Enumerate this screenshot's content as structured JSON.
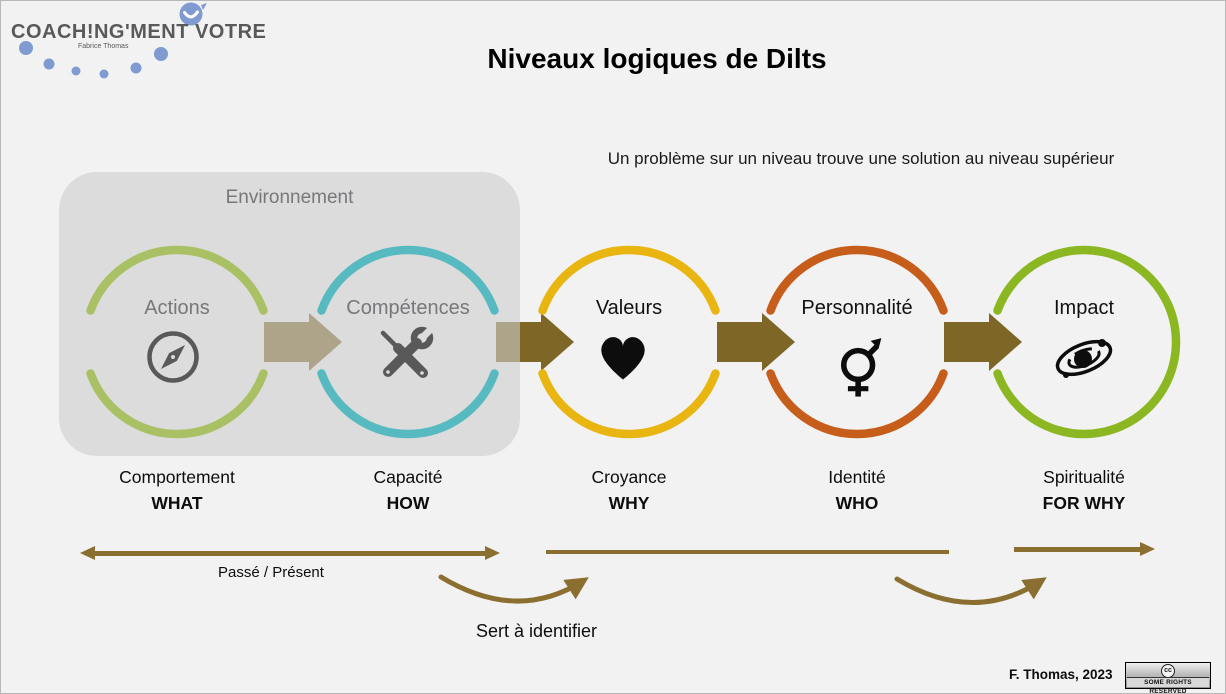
{
  "logo": {
    "brand": "COACH!NG'MENT VOTRE",
    "sub": "Fabrice Thomas"
  },
  "title": "Niveaux logiques de Dilts",
  "subtitle": "Un problème sur un niveau trouve une solution au niveau supérieur",
  "environment": {
    "label": "Environnement"
  },
  "levels": [
    {
      "name": "Actions",
      "icon": "compass-icon",
      "color": "#a9c164",
      "label": "Comportement",
      "question": "WHAT",
      "in_environment": true
    },
    {
      "name": "Compétences",
      "icon": "tools-icon",
      "color": "#57bac1",
      "label": "Capacité",
      "question": "HOW",
      "in_environment": true
    },
    {
      "name": "Valeurs",
      "icon": "heart-icon",
      "color": "#e9b511",
      "label": "Croyance",
      "question": "WHY",
      "in_environment": false
    },
    {
      "name": "Personnalité",
      "icon": "gender-icon",
      "color": "#c75d1a",
      "label": "Identité",
      "question": "WHO",
      "in_environment": false
    },
    {
      "name": "Impact",
      "icon": "galaxy-icon",
      "color": "#8bb822",
      "label": "Spiritualité",
      "question": "FOR WHY",
      "in_environment": false
    }
  ],
  "timeline": {
    "past_label": "Passé / Présent",
    "identify_label": "Sert à identifier"
  },
  "footer": {
    "credit": "F. Thomas, 2023",
    "license": "SOME RIGHTS RESERVED",
    "cc": "cc"
  },
  "colors": {
    "flow_arrow": "#7e6726",
    "timeline_arrow": "#8a6f30",
    "environment_box": "#dbdbdb",
    "brand_blue": "#7f9bd1",
    "gray_icon": "#595959"
  }
}
